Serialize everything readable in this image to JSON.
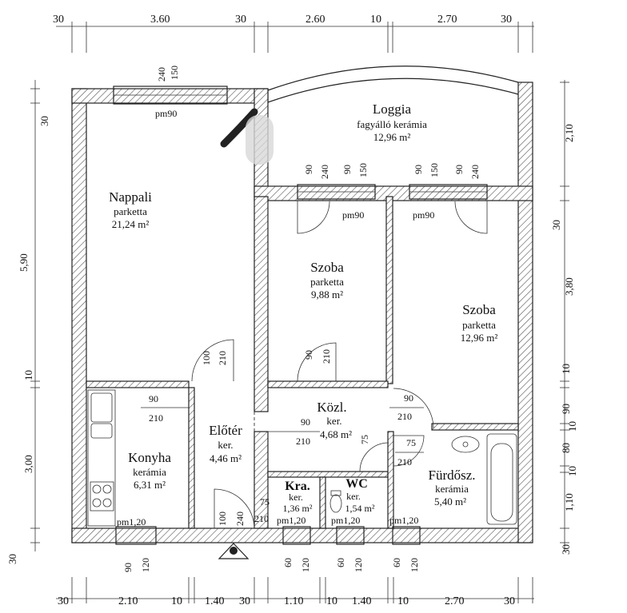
{
  "dimensions": {
    "top": [
      "30",
      "3.60",
      "30",
      "2.60",
      "10",
      "2.70",
      "30"
    ],
    "bottom": [
      "30",
      "2.10",
      "10",
      "1.40",
      "30",
      "1.10",
      "10",
      "1.40",
      "10",
      "2.70",
      "30"
    ],
    "left": [
      "30",
      "5,90",
      "10",
      "3,00",
      "30"
    ],
    "right": [
      "2,10",
      "30",
      "3,80",
      "10",
      "90",
      "10",
      "80",
      "10",
      "1,10",
      "30"
    ]
  },
  "rooms": {
    "loggia": {
      "name": "Loggia",
      "material": "fagyálló kerámia",
      "area": "12,96 m²"
    },
    "nappali": {
      "name": "Nappali",
      "material": "parketta",
      "area": "21,24 m²"
    },
    "szoba1": {
      "name": "Szoba",
      "material": "parketta",
      "area": "9,88 m²"
    },
    "szoba2": {
      "name": "Szoba",
      "material": "parketta",
      "area": "12,96 m²"
    },
    "kozl": {
      "name": "Közl.",
      "material": "ker.",
      "area": "4,68 m²"
    },
    "eloter": {
      "name": "Előtér",
      "material": "ker.",
      "area": "4,46 m²"
    },
    "konyha": {
      "name": "Konyha",
      "material": "kerámia",
      "area": "6,31 m²"
    },
    "kamra": {
      "name": "Kra.",
      "material": "ker.",
      "area": "1,36 m²"
    },
    "wc": {
      "name": "WC",
      "material": "ker.",
      "area": "1,54 m²"
    },
    "furdo": {
      "name": "Fürdősz.",
      "material": "kerámia",
      "area": "5,40 m²"
    }
  },
  "openings": {
    "pm90": "pm90",
    "pm120": "pm1,20",
    "v90": "90",
    "v100": "100",
    "v120": "120",
    "v150": "150",
    "v210": "210",
    "v240": "240",
    "v60": "60",
    "v75": "75"
  }
}
